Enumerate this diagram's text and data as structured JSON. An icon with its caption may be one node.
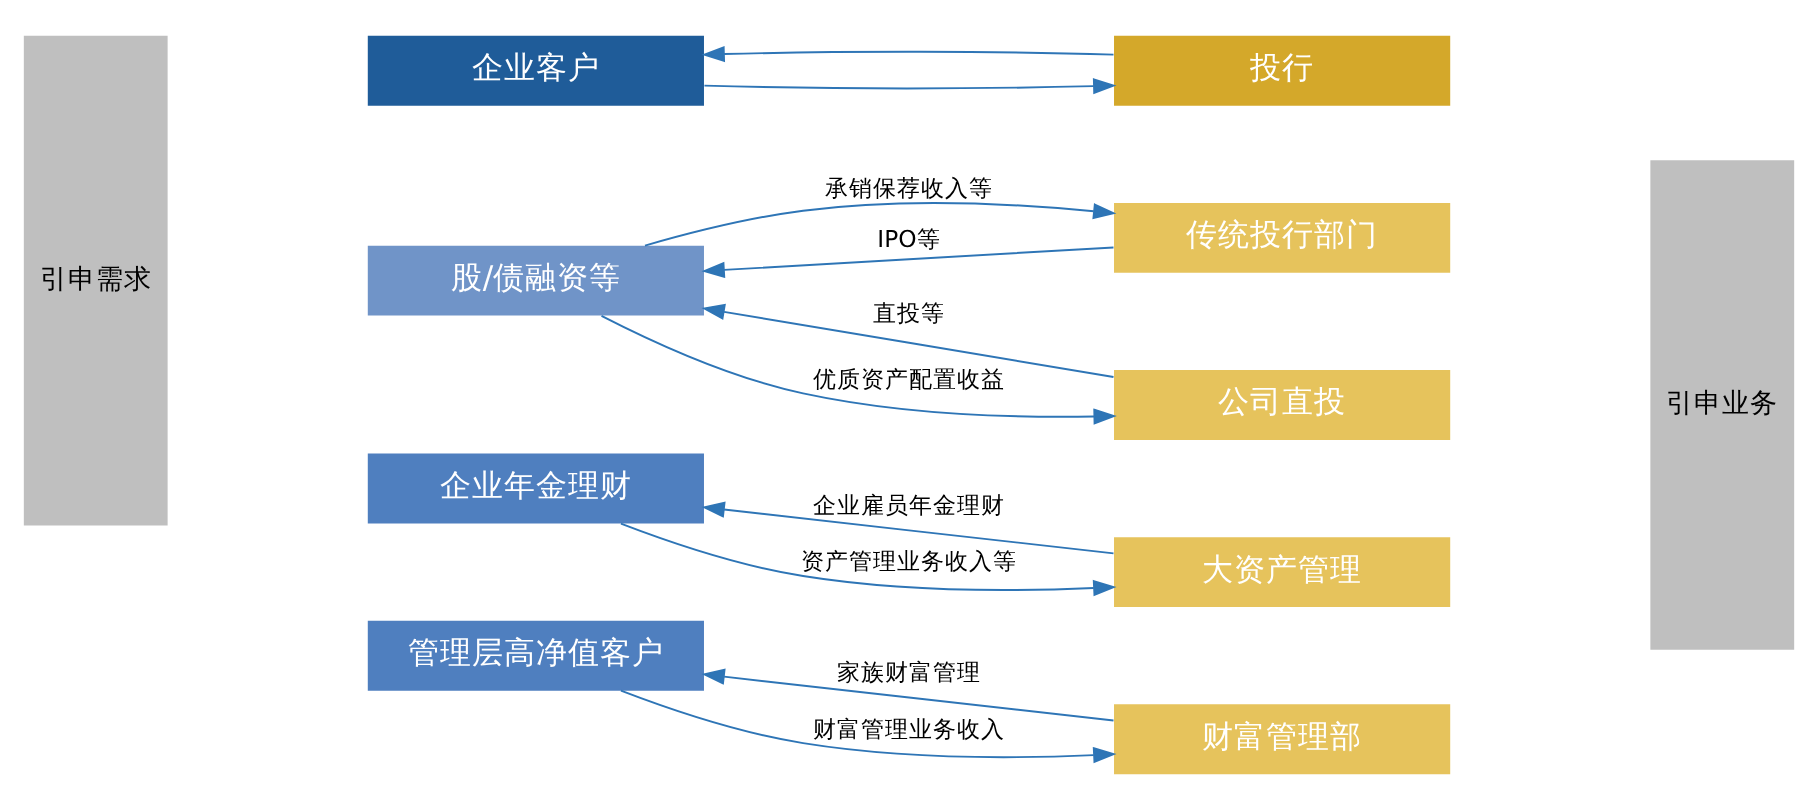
{
  "diagram": {
    "nodes": [
      {
        "text": [
          "企业客户"
        ]
      },
      {
        "text": [
          "投行"
        ]
      },
      {
        "text": [
          "股/债融资等"
        ]
      },
      {
        "text": [
          "传统投行部门"
        ]
      },
      {
        "text": [
          "公司直投"
        ]
      },
      {
        "text": [
          "企业年金理财"
        ]
      },
      {
        "text": [
          "大资产管理"
        ]
      },
      {
        "text": [
          "管理层高净值客户"
        ]
      },
      {
        "text": [
          "财富管理部"
        ]
      },
      {
        "text": [
          "引申需求"
        ]
      },
      {
        "text": [
          "引申业务"
        ]
      }
    ],
    "edges": [
      {
        "from": 0,
        "to": 1,
        "arrow": "to"
      },
      {
        "from": 1,
        "to": 0,
        "arrow": "to"
      },
      {
        "from": 2,
        "to": 3,
        "arrow": "to",
        "label": "承销保荐收入等"
      },
      {
        "from": 3,
        "to": 2,
        "arrow": "to",
        "label": "IPO等"
      },
      {
        "from": 4,
        "to": 2,
        "arrow": "to",
        "label": "直投等"
      },
      {
        "from": 2,
        "to": 4,
        "arrow": "to",
        "label": "优质资产配置收益"
      },
      {
        "from": 6,
        "to": 5,
        "arrow": "to",
        "label": "企业雇员年金理财"
      },
      {
        "from": 5,
        "to": 6,
        "arrow": "to",
        "label": "资产管理业务收入等"
      },
      {
        "from": 8,
        "to": 7,
        "arrow": "to",
        "label": "家族财富管理"
      },
      {
        "from": 7,
        "to": 8,
        "arrow": "to",
        "label": "财富管理业务收入"
      }
    ]
  }
}
